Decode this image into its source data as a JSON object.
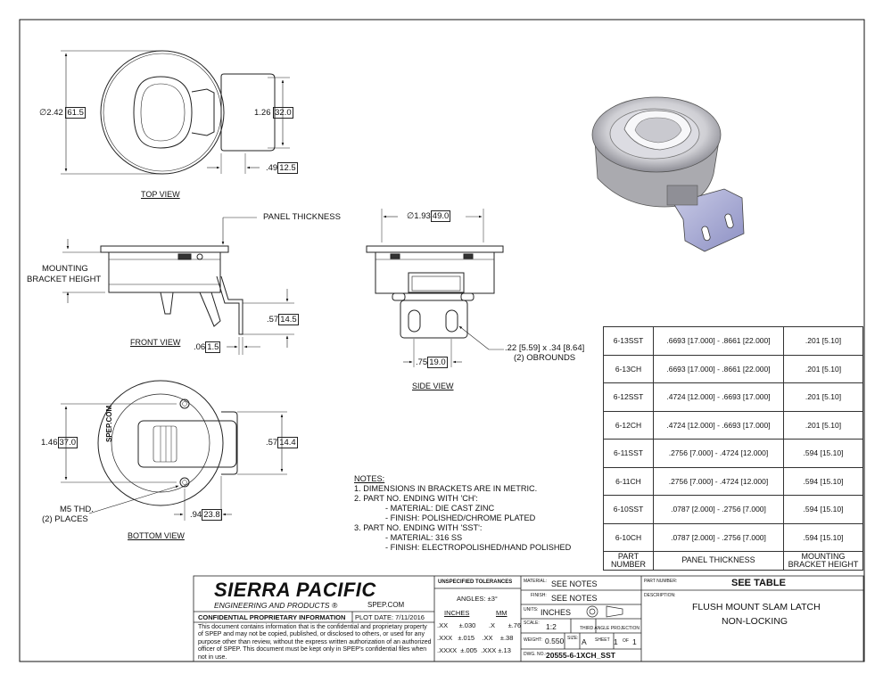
{
  "views": {
    "top": "TOP VIEW",
    "front": "FRONT VIEW",
    "side": "SIDE VIEW",
    "bottom": "BOTTOM VIEW"
  },
  "dims": {
    "top_dia_in": "2.42",
    "top_dia_mm": "61.5",
    "top_height_in": "1.26",
    "top_height_mm": "32.0",
    "top_offset_in": ".49",
    "top_offset_mm": "12.5",
    "side_dia_in": "1.93",
    "side_dia_mm": "49.0",
    "front_bracket_in": ".57",
    "front_bracket_mm": "14.5",
    "front_thk_in": ".06",
    "front_thk_mm": "1.5",
    "side_slot_in": ".75",
    "side_slot_mm": "19.0",
    "obround": ".22 [5.59] x .34 [8.64]",
    "obround_count": "(2) OBROUNDS",
    "bottom_height_in": "1.46",
    "bottom_height_mm": "37.0",
    "bottom_right_in": ".57",
    "bottom_right_mm": "14.4",
    "bottom_offset_in": ".94",
    "bottom_offset_mm": "23.8"
  },
  "labels": {
    "panel_thickness": "PANEL THICKNESS",
    "mounting_l1": "MOUNTING",
    "mounting_l2": "BRACKET HEIGHT",
    "m5_l1": "M5 THD.",
    "m5_l2": "(2) PLACES",
    "spep_mark": "SPEP.COM",
    "dia_symbol": "∅"
  },
  "notes": {
    "title": "NOTES:",
    "lines": [
      "1. DIMENSIONS IN BRACKETS ARE IN METRIC.",
      "2. PART NO. ENDING WITH 'CH':",
      "- MATERIAL: DIE CAST ZINC",
      "- FINISH: POLISHED/CHROME PLATED",
      "3. PART NO. ENDING WITH 'SST':",
      "- MATERIAL: 316 SS",
      "- FINISH: ELECTROPOLISHED/HAND POLISHED"
    ]
  },
  "parts_table": {
    "headers": [
      "PART NUMBER",
      "PANEL THICKNESS",
      "MOUNTING BRACKET HEIGHT"
    ],
    "rows": [
      [
        "6-13SST",
        ".6693 [17.000] - .8661 [22.000]",
        ".201 [5.10]"
      ],
      [
        "6-13CH",
        ".6693 [17.000] - .8661 [22.000]",
        ".201 [5.10]"
      ],
      [
        "6-12SST",
        ".4724 [12.000] - .6693 [17.000]",
        ".201 [5.10]"
      ],
      [
        "6-12CH",
        ".4724 [12.000] - .6693 [17.000]",
        ".201 [5.10]"
      ],
      [
        "6-11SST",
        ".2756 [7.000] - .4724 [12.000]",
        ".594 [15.10]"
      ],
      [
        "6-11CH",
        ".2756 [7.000] - .4724 [12.000]",
        ".594 [15.10]"
      ],
      [
        "6-10SST",
        ".0787 [2.000] - .2756 [7.000]",
        ".594 [15.10]"
      ],
      [
        "6-10CH",
        ".0787 [2.000] - .2756 [7.000]",
        ".594 [15.10]"
      ]
    ]
  },
  "title_block": {
    "company": "SIERRA PACIFIC",
    "subtitle": "ENGINEERING AND PRODUCTS",
    "registered": "®",
    "website": "SPEP.COM",
    "confidential": "CONFIDENTIAL PROPRIETARY INFORMATION",
    "plot_date": "PLOT DATE: 7/11/2016",
    "disclaimer": "This document contains information that is the confidential and proprietary property of SPEP and may not be copied, published, or disclosed to others, or used for any purpose  other than review, without the express written authorization of an authorized officer of SPEP. This document must be kept only in SPEP's confidential files when not in use.",
    "tol_title": "UNSPECIFIED TOLERANCES",
    "angles": "ANGLES: ±3°",
    "inches_hdr": "INCHES",
    "mm_hdr": "MM",
    "tol_rows": [
      [
        ".XX",
        "±.030",
        ".X",
        "±.76"
      ],
      [
        ".XXX",
        "±.015",
        ".XX",
        "±.38"
      ],
      [
        ".XXXX",
        "±.005",
        ".XXX",
        "±.13"
      ]
    ],
    "material_lbl": "MATERIAL:",
    "material_val": "SEE NOTES",
    "finish_lbl": "FINISH:",
    "finish_val": "SEE NOTES",
    "units_lbl": "UNITS:",
    "units_val": "INCHES",
    "projection": "THIRD ANGLE PROJECTION",
    "scale_lbl": "SCALE:",
    "scale_val": "1:2",
    "weight_lbl": "WEIGHT:",
    "weight_val": "0.550",
    "size_lbl": "SIZE:",
    "size_val": "A",
    "sheet_lbl": "SHEET",
    "sheet_val": "1",
    "of_lbl": "OF",
    "of_val": "1",
    "dwg_lbl": "DWG. NO.:",
    "dwg_val": "20555-6-1XCH_SST",
    "partno_lbl": "PART NUMBER:",
    "partno_val": "SEE TABLE",
    "desc_lbl": "DESCRIPTION:",
    "desc_l1": "FLUSH MOUNT SLAM LATCH",
    "desc_l2": "NON-LOCKING"
  }
}
